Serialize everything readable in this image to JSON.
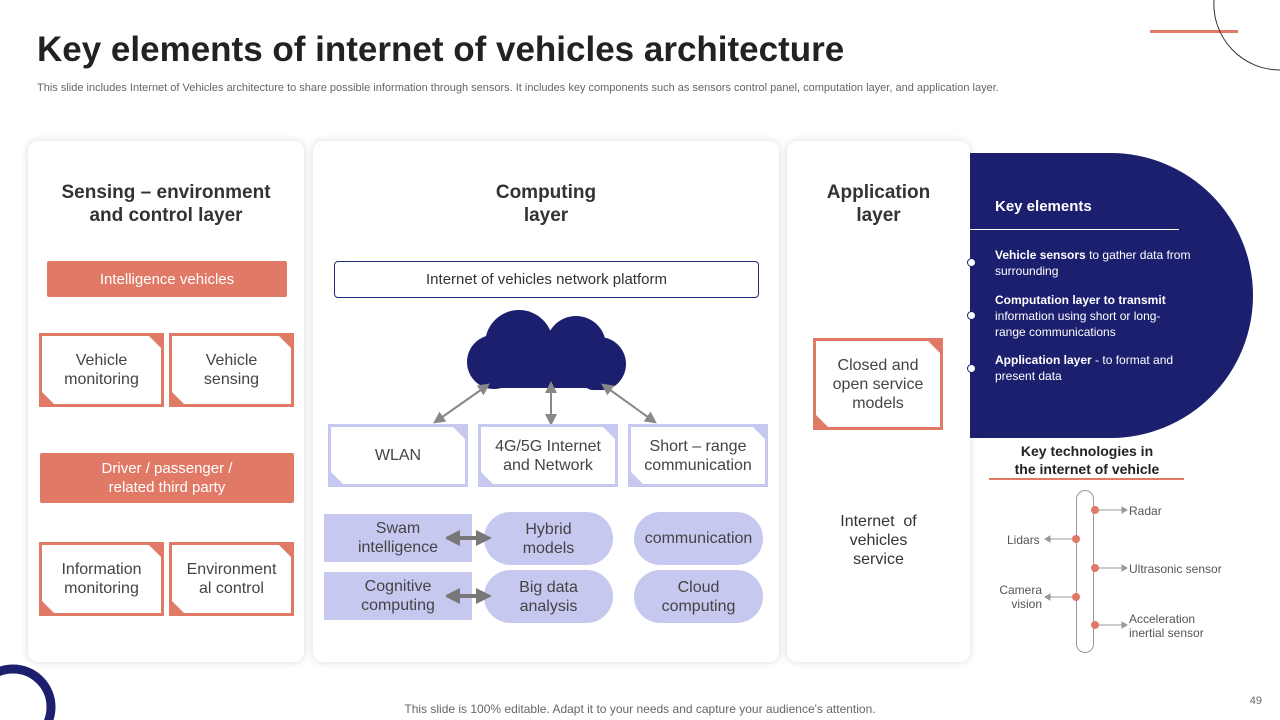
{
  "title": "Key elements of internet of vehicles architecture",
  "subtitle": "This slide includes Internet of Vehicles architecture to share possible information through sensors. It includes key components such as sensors control panel, computation layer, and application layer.",
  "sensing": {
    "title_line1": "Sensing – environment",
    "title_line2": "and control layer",
    "intelligence_bar": "Intelligence vehicles",
    "card1_l1": "Vehicle",
    "card1_l2": "monitoring",
    "card2_l1": "Vehicle",
    "card2_l2": "sensing",
    "driver_l1": "Driver / passenger /",
    "driver_l2": "related third party",
    "card3_l1": "Information",
    "card3_l2": "monitoring",
    "card4_l1": "Environment",
    "card4_l2": "al control"
  },
  "computing": {
    "title_line1": "Computing",
    "title_line2": "layer",
    "platform": "Internet of vehicles network platform",
    "wlan": "WLAN",
    "net_l1": "4G/5G Internet",
    "net_l2": "and Network",
    "short_l1": "Short – range",
    "short_l2": "communication",
    "swam_l1": "Swam",
    "swam_l2": "intelligence",
    "hybrid_l1": "Hybrid",
    "hybrid_l2": "models",
    "communication": "communication",
    "cog_l1": "Cognitive",
    "cog_l2": "computing",
    "bigdata_l1": "Big data",
    "bigdata_l2": "analysis",
    "cloud_l1": "Cloud",
    "cloud_l2": "computing"
  },
  "application": {
    "title_line1": "Application",
    "title_line2": "layer",
    "card_l1": "Closed and",
    "card_l2": "open service",
    "card_l3": "models",
    "service_l1": "Internet  of",
    "service_l2": "vehicles",
    "service_l3": "service"
  },
  "key_elements": {
    "heading": "Key elements",
    "item1_bold": "Vehicle sensors ",
    "item1_rest": "to gather data from surrounding",
    "item2_bold": "Computation layer  to transmit",
    "item2_rest": "information using short or long-range communications",
    "item3_bold": "Application layer ",
    "item3_rest": "- to format  and present data"
  },
  "technologies": {
    "heading_l1": "Key technologies in",
    "heading_l2": "the internet of vehicle",
    "radar": "Radar",
    "lidars": "Lidars",
    "ultrasonic": "Ultrasonic sensor",
    "camera_l1": "Camera",
    "camera_l2": "vision",
    "accel_l1": "Acceleration",
    "accel_l2": "inertial sensor"
  },
  "footer": "This slide is 100% editable. Adapt it to your needs and capture your audience's attention.",
  "page_number": "49",
  "colors": {
    "navy": "#1b1f6e",
    "salmon": "#e07a67",
    "lavender": "#c6c8f0"
  }
}
